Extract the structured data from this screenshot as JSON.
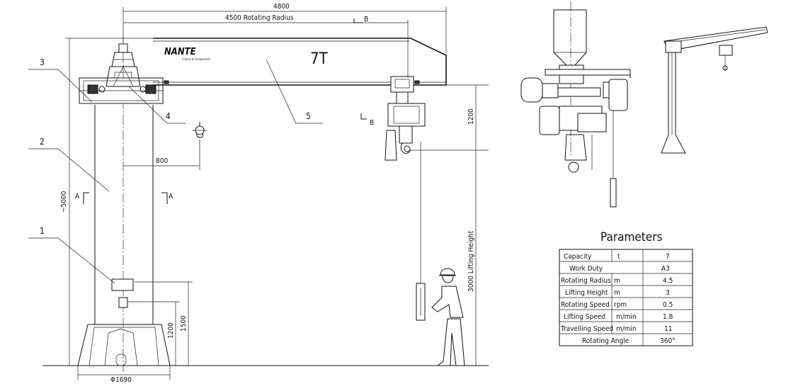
{
  "front_view": {
    "dimensions": {
      "overall_span": "4800",
      "rotating_radius": "4500 Rotating Radius",
      "hook_offset": "800",
      "total_height": "~5000",
      "hook_height": "1200",
      "lifting_height": "3000 Lifting Height",
      "handle_height": "1200",
      "switch_height": "1500",
      "base_diameter": "Φ1690"
    },
    "section_marks": {
      "b_top": "B",
      "b_side": "B",
      "a_left": "A",
      "a_right": "A"
    },
    "callouts": [
      "1",
      "2",
      "3",
      "4",
      "5"
    ],
    "boom_brand": "NANTE",
    "boom_brand_sub": "Cranes & Components",
    "boom_capacity": "7T"
  },
  "parameters": {
    "title": "Parameters",
    "rows": [
      {
        "label": "Capacity",
        "unit": "t",
        "value": "7"
      },
      {
        "label": "Work Duty",
        "unit": "",
        "value": "A3"
      },
      {
        "label": "Rotating Radius",
        "unit": "m",
        "value": "4.5"
      },
      {
        "label": "Lifting Height",
        "unit": "m",
        "value": "3"
      },
      {
        "label": "Rotating Speed",
        "unit": "rpm",
        "value": "0.5"
      },
      {
        "label": "Lifting Speed",
        "unit": "m/min",
        "value": "1.8"
      },
      {
        "label": "Travelling Speed",
        "unit": "m/min",
        "value": "11"
      },
      {
        "label": "Rotating Angle",
        "unit": "",
        "value": "360°"
      }
    ]
  }
}
